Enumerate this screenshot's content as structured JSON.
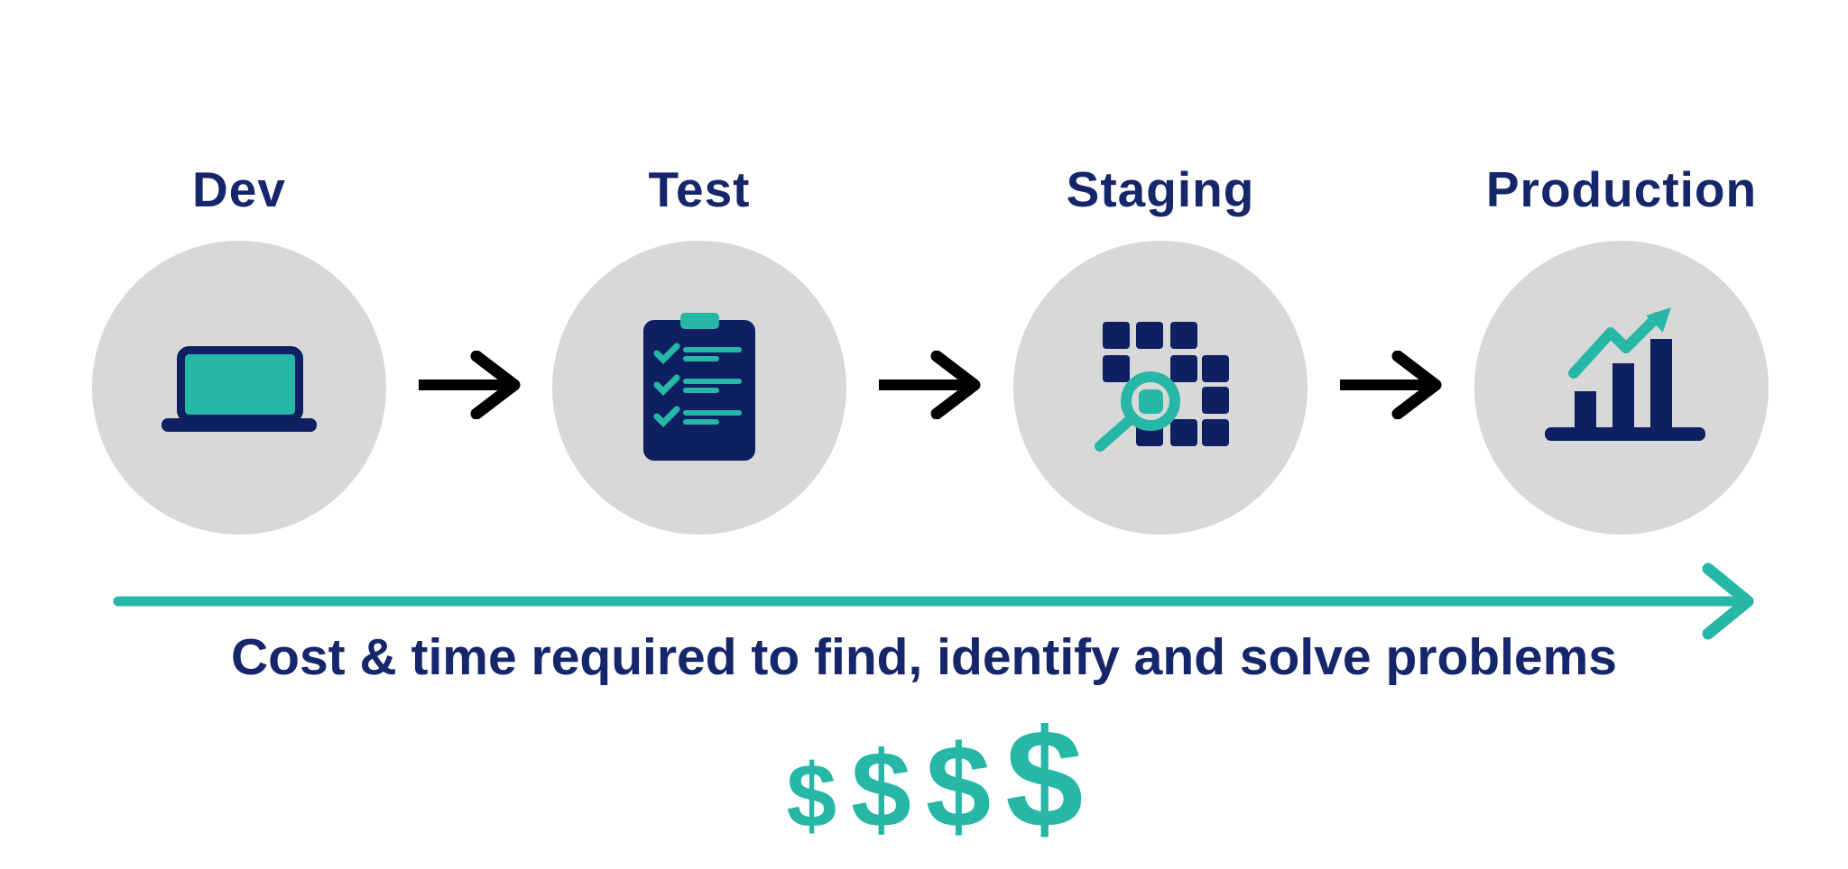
{
  "stages": [
    {
      "label": "Dev",
      "icon": "laptop-icon"
    },
    {
      "label": "Test",
      "icon": "checklist-clipboard-icon"
    },
    {
      "label": "Staging",
      "icon": "search-grid-icon"
    },
    {
      "label": "Production",
      "icon": "growth-chart-icon"
    }
  ],
  "flow": {
    "connector_icon": "arrow-right-icon"
  },
  "timeline": {
    "caption": "Cost & time required to find, identify and solve problems",
    "arrow_icon": "arrow-right-icon"
  },
  "cost_indicator": {
    "dollar_signs": [
      "$",
      "$",
      "$",
      "$"
    ]
  },
  "colors": {
    "navy_text": "#15266b",
    "navy_icon": "#0e2062",
    "teal": "#26b7a6",
    "circle_gray": "#d8d8d8",
    "connector_black": "#000000",
    "background": "#ffffff"
  }
}
